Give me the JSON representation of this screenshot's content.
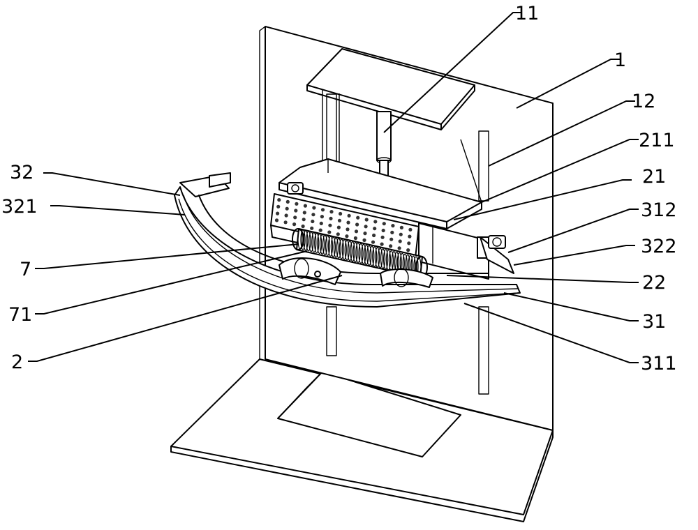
{
  "callouts": [
    {
      "id": "c11",
      "text": "11"
    },
    {
      "id": "c1",
      "text": "1"
    },
    {
      "id": "c12",
      "text": "12"
    },
    {
      "id": "c211",
      "text": "211"
    },
    {
      "id": "c21",
      "text": "21"
    },
    {
      "id": "c312",
      "text": "312"
    },
    {
      "id": "c322",
      "text": "322"
    },
    {
      "id": "c22",
      "text": "22"
    },
    {
      "id": "c31",
      "text": "31"
    },
    {
      "id": "c311",
      "text": "311"
    },
    {
      "id": "c32",
      "text": "32"
    },
    {
      "id": "c321",
      "text": "321"
    },
    {
      "id": "c7",
      "text": "7"
    },
    {
      "id": "c71",
      "text": "71"
    },
    {
      "id": "c2",
      "text": "2"
    }
  ]
}
